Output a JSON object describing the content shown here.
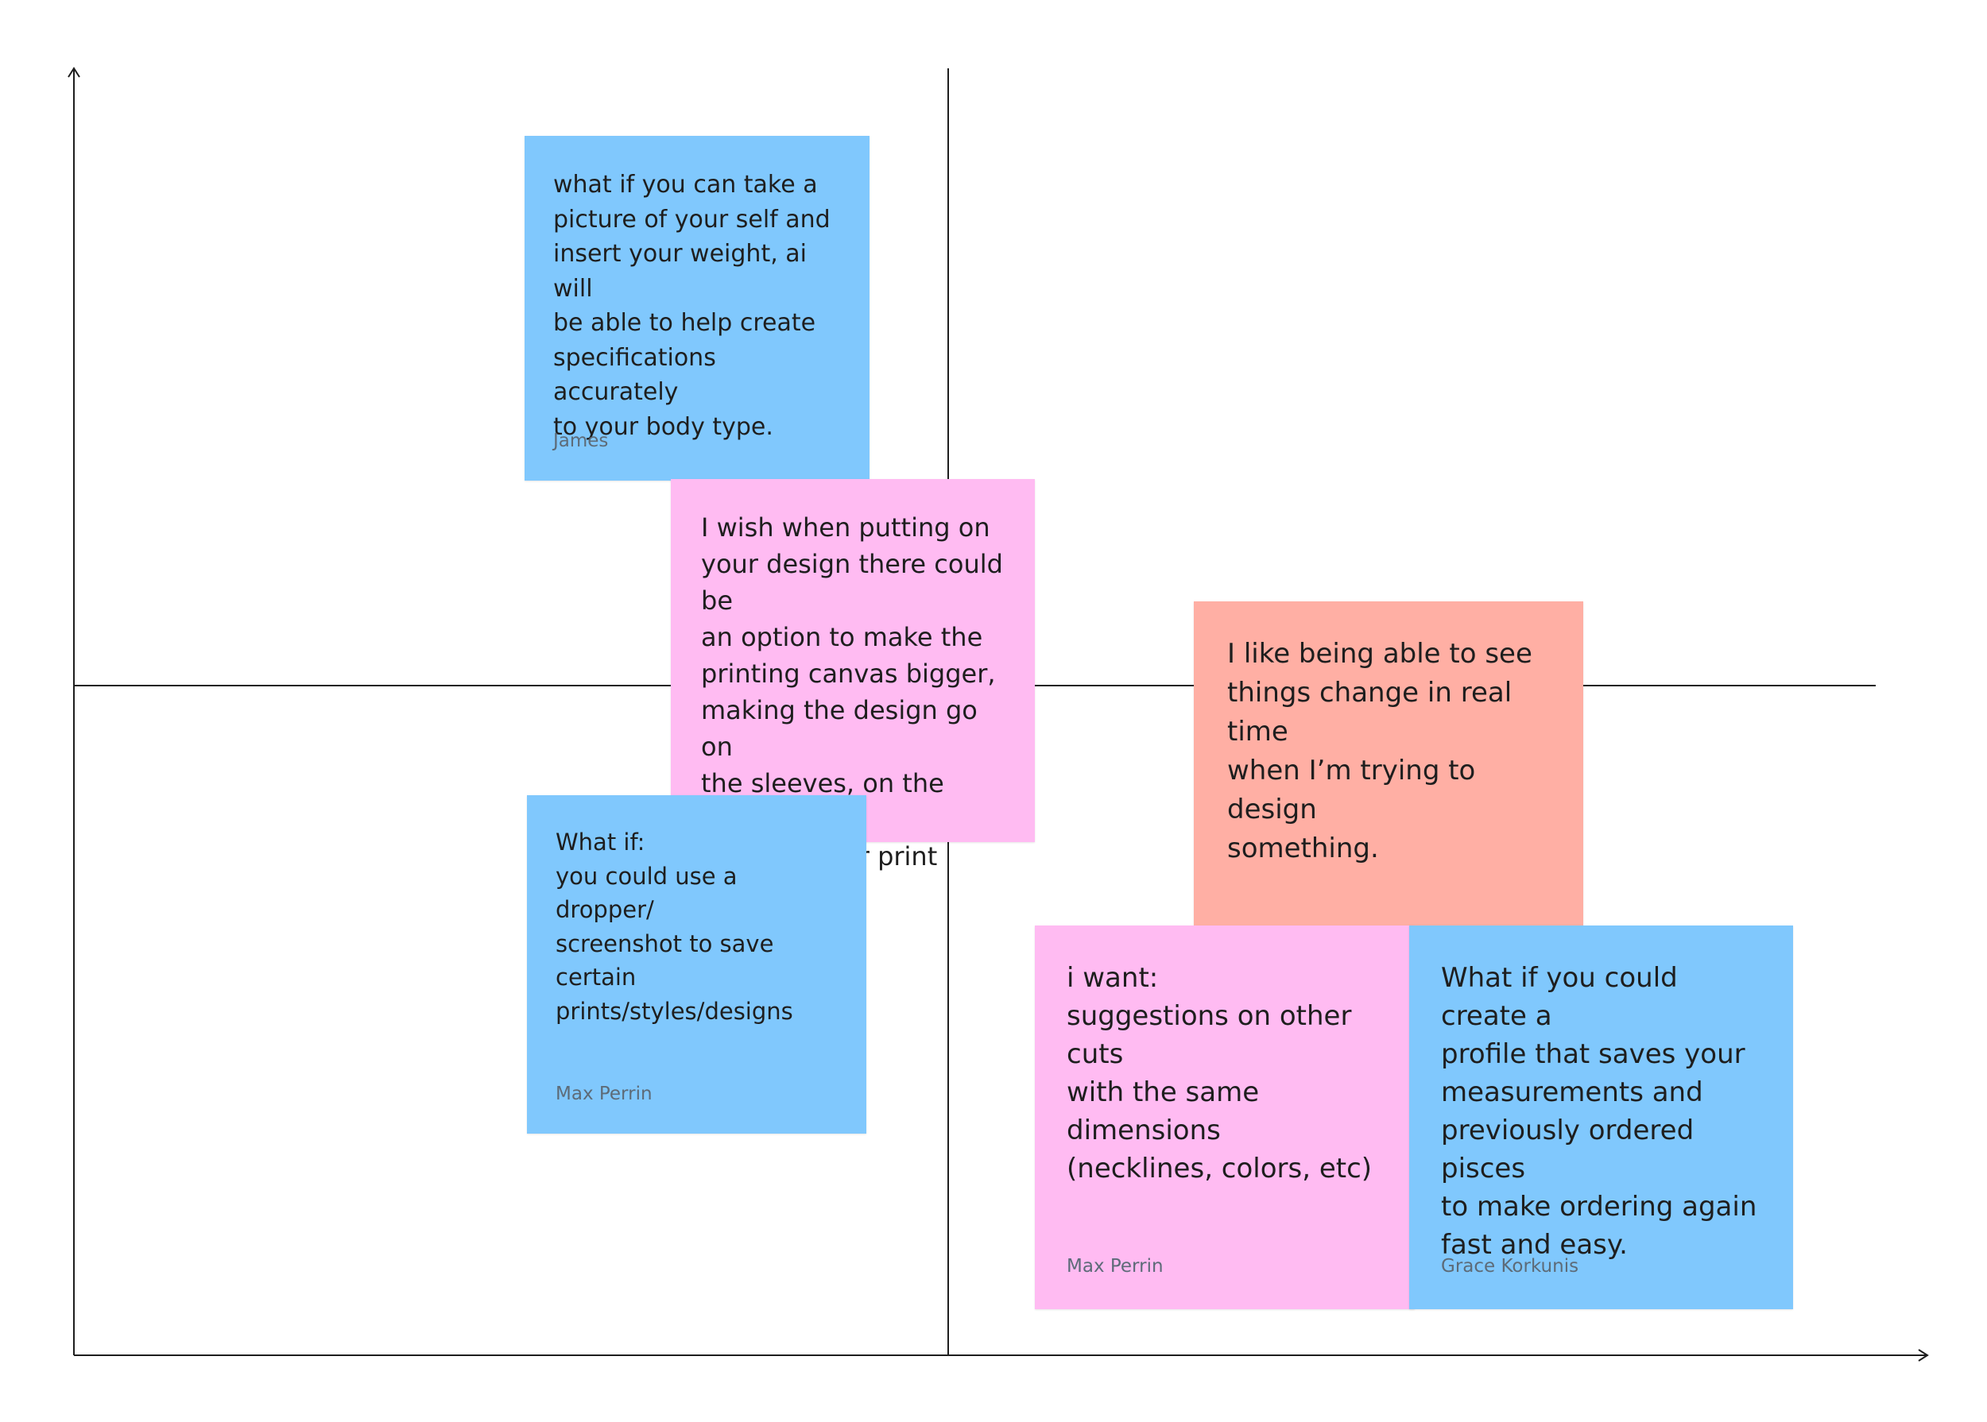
{
  "colors": {
    "blue_note": "#80c8fd",
    "pink_note": "#ffbbf2",
    "salmon_note": "#ffafa4",
    "axis_line": "#1e1e1e",
    "author_text": "#5d6b78"
  },
  "notes": [
    {
      "text": "what if you can take a\npicture of your self and\ninsert your weight, ai will\nbe able to help create\nspecifications accurately\nto your body type.",
      "author": "James",
      "color": "blue"
    },
    {
      "text": "I wish when putting on\nyour design there could be\nan option to make the\nprinting canvas bigger,\nmaking the design go on\nthe sleeves, on the back,\nor an all over print",
      "author": "",
      "color": "pink"
    },
    {
      "text": "What if:\nyou could use a dropper/\nscreenshot to save certain\nprints/styles/designs",
      "author": "Max Perrin",
      "color": "blue"
    },
    {
      "text": "I like being able to see\nthings change in real time\nwhen I’m trying to design\nsomething.",
      "author": "",
      "color": "salmon"
    },
    {
      "text": "i want:\nsuggestions on other cuts\nwith the same dimensions\n(necklines, colors, etc)",
      "author": "Max Perrin",
      "color": "pink"
    },
    {
      "text": "What if you could create a\nprofile that saves your\nmeasurements and\npreviously ordered pisces\nto make ordering again\nfast and easy.",
      "author": "Grace Korkunis",
      "color": "blue"
    }
  ]
}
